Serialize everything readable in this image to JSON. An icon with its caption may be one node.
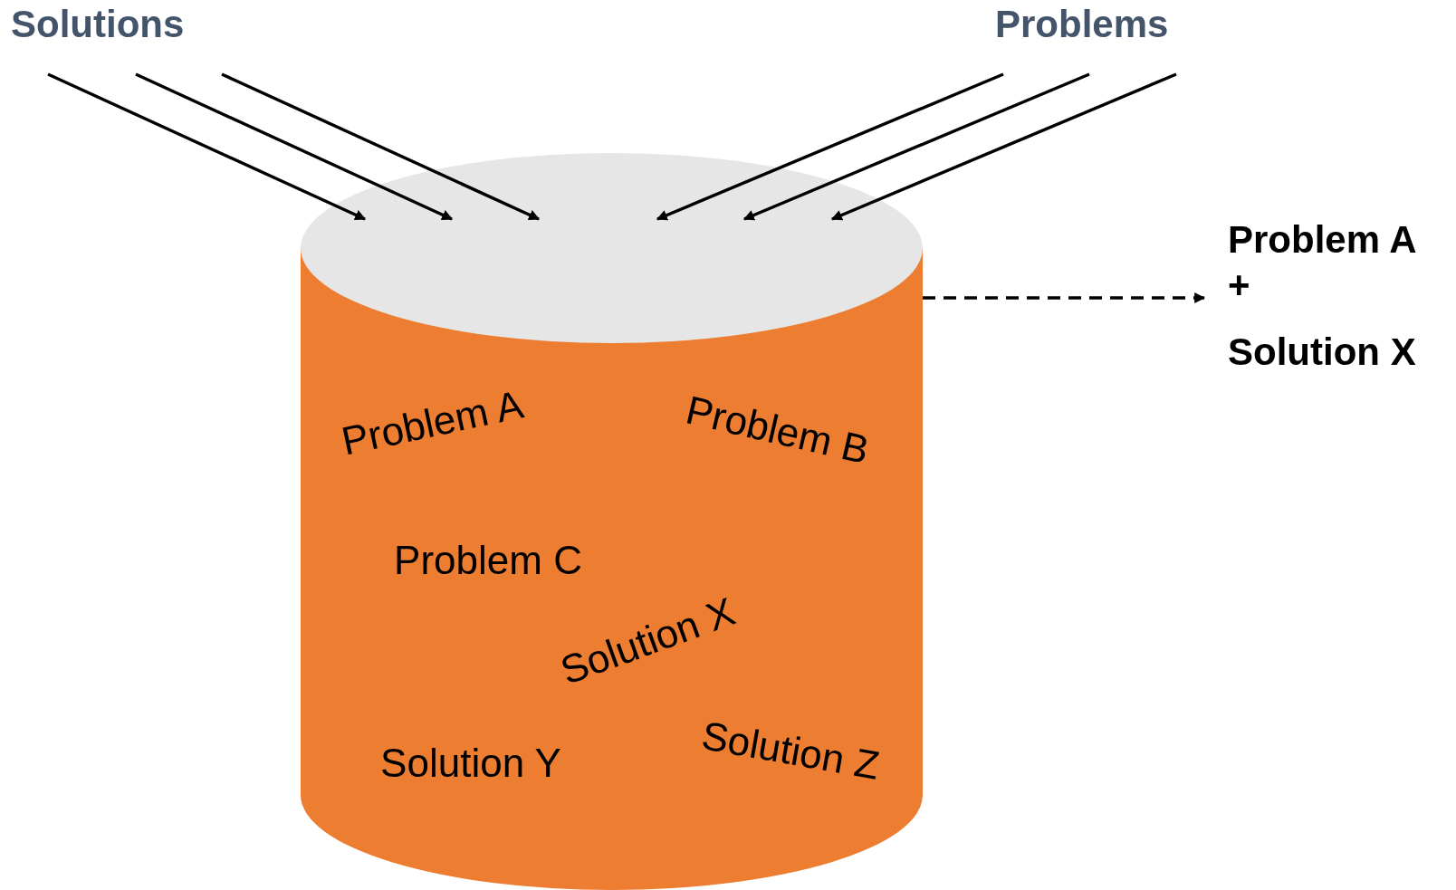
{
  "diagram": {
    "nodes": [
      {
        "text": [
          "Problem A",
          "Problem B",
          "Problem C",
          "Solution X",
          "Solution Y",
          "Solution Z"
        ]
      },
      {
        "text": [
          "Problem A",
          "+",
          "Solution X"
        ]
      }
    ],
    "edges": [
      {
        "from": null,
        "to": 0,
        "arrow": "to"
      },
      {
        "from": null,
        "to": 0,
        "arrow": "to"
      },
      {
        "from": null,
        "to": 0,
        "arrow": "to"
      },
      {
        "from": null,
        "to": 0,
        "arrow": "to"
      },
      {
        "from": null,
        "to": 0,
        "arrow": "to"
      },
      {
        "from": null,
        "to": 0,
        "arrow": "to"
      },
      {
        "from": 0,
        "to": 1,
        "arrow": "to",
        "style": "dashed"
      }
    ],
    "labels": [
      "Solutions",
      "Problems"
    ]
  }
}
